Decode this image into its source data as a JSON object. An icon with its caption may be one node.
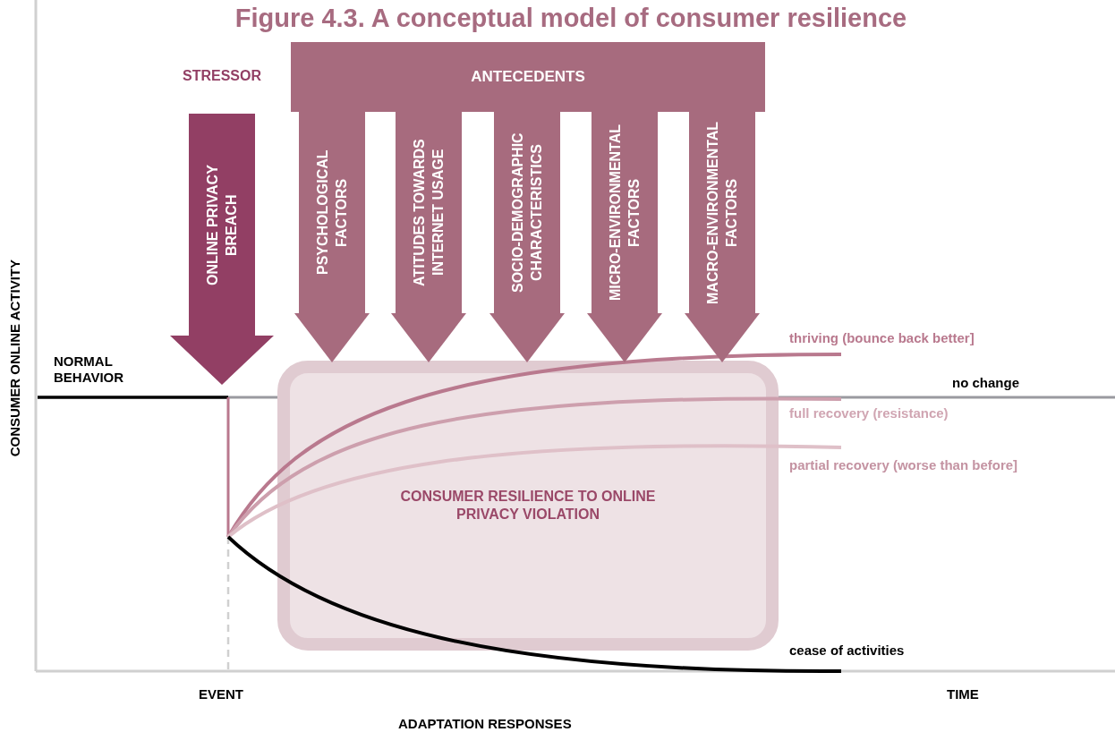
{
  "diagram": {
    "title": "Figure 4.3. A conceptual model of consumer resilience",
    "nodes": [
      {
        "text": [
          "STRESSOR",
          "ONLINE PRIVACY BREACH"
        ]
      },
      {
        "text": [
          "ANTECEDENTS"
        ]
      },
      {
        "text": [
          "CONSUMER RESILIENCE TO ONLINE PRIVACY VIOLATION"
        ]
      }
    ],
    "edges": [
      {
        "from": 1,
        "to": 2,
        "arrow": "to",
        "label": "PSYCHOLOGICAL FACTORS"
      },
      {
        "from": 1,
        "to": 2,
        "arrow": "to",
        "label": "ATITUDES TOWARDS INTERNET USAGE"
      },
      {
        "from": 1,
        "to": 2,
        "arrow": "to",
        "label": "SOCIO-DEMOGRAPHIC CHARACTERISTICS"
      },
      {
        "from": 1,
        "to": 2,
        "arrow": "to",
        "label": "MICRO-ENVIRONMENTAL FACTORS"
      },
      {
        "from": 1,
        "to": 2,
        "arrow": "to",
        "label": "MACRO-ENVIRONMENTAL FACTORS"
      }
    ],
    "labels": [
      "CONSUMER ONLINE ACTIVITY",
      "NORMAL BEHAVIOR",
      "thriving (bounce back better]",
      "no change",
      "full recovery (resistance)",
      "partial recovery (worse than before]",
      "cease of activities",
      "EVENT",
      "TIME",
      "ADAPTATION RESPONSES"
    ]
  }
}
